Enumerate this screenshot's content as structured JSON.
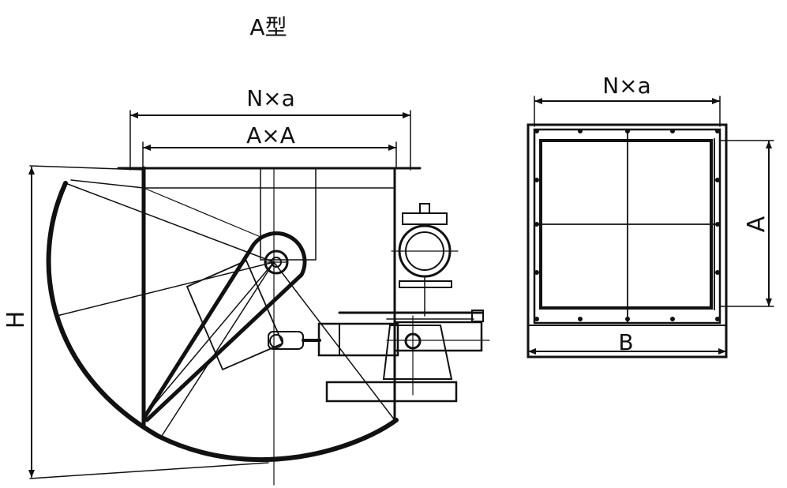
{
  "title": "A型",
  "side_view": {
    "dim_outer_width": "N×a",
    "dim_inner_width": "A×A",
    "dim_height": "H"
  },
  "front_view": {
    "dim_top_width": "N×a",
    "dim_right_height": "A",
    "dim_bottom_width": "B"
  },
  "colors": {
    "ink": "#111111",
    "background": "#ffffff"
  }
}
